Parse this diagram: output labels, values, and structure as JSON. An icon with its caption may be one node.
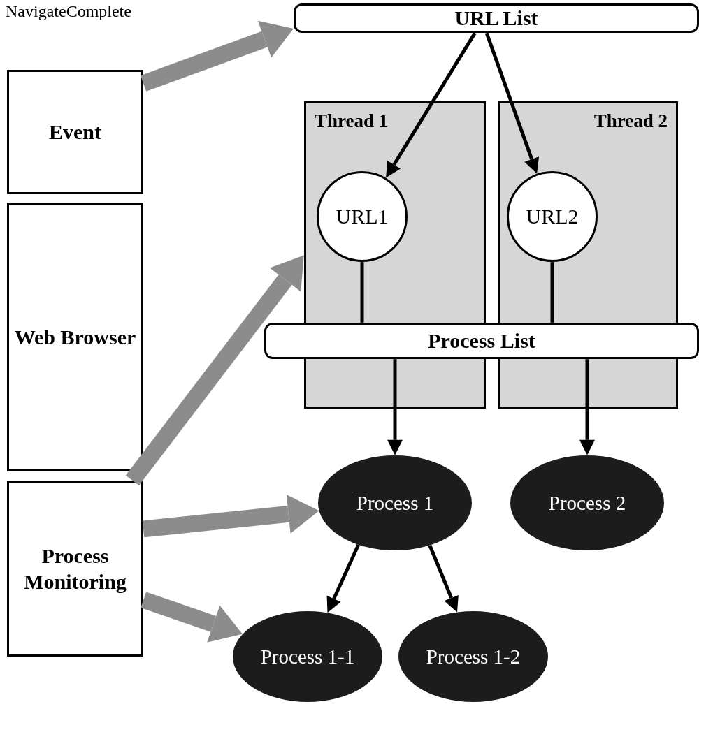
{
  "diagram": {
    "nodes": [
      {
        "text": [
          "Event"
        ]
      },
      {
        "text": [
          "Web Browser"
        ]
      },
      {
        "text": [
          "Process Monitoring"
        ]
      },
      {
        "text": [
          "URL List"
        ]
      },
      {
        "text": [
          "Thread 1"
        ]
      },
      {
        "text": [
          "Thread 2"
        ]
      },
      {
        "text": [
          "URL1"
        ],
        "in": 4
      },
      {
        "text": [
          "URL2"
        ],
        "in": 5
      },
      {
        "text": [
          "Process List"
        ]
      },
      {
        "text": [
          "Process 1"
        ]
      },
      {
        "text": [
          "Process 2"
        ]
      },
      {
        "text": [
          "Process 1-1"
        ]
      },
      {
        "text": [
          "Process 1-2"
        ]
      }
    ],
    "edges": [
      {
        "from": 0,
        "to": 3,
        "arrow": "to",
        "label": "NavigateComplete",
        "style": "thick",
        "color": "#8c8c8c"
      },
      {
        "from": 3,
        "to": 6,
        "arrow": "to"
      },
      {
        "from": 3,
        "to": 7,
        "arrow": "to"
      },
      {
        "from": 6,
        "to": 8,
        "arrow": "none"
      },
      {
        "from": 7,
        "to": 8,
        "arrow": "none"
      },
      {
        "from": 8,
        "to": 9,
        "arrow": "to"
      },
      {
        "from": 8,
        "to": 10,
        "arrow": "to"
      },
      {
        "from": 2,
        "to": 4,
        "arrow": "to",
        "style": "thick",
        "color": "#8c8c8c"
      },
      {
        "from": 2,
        "to": 9,
        "arrow": "to",
        "style": "thick",
        "color": "#8c8c8c"
      },
      {
        "from": 2,
        "to": 11,
        "arrow": "to",
        "style": "thick",
        "color": "#8c8c8c"
      },
      {
        "from": 9,
        "to": 11,
        "arrow": "to"
      },
      {
        "from": 9,
        "to": 12,
        "arrow": "to"
      }
    ]
  }
}
